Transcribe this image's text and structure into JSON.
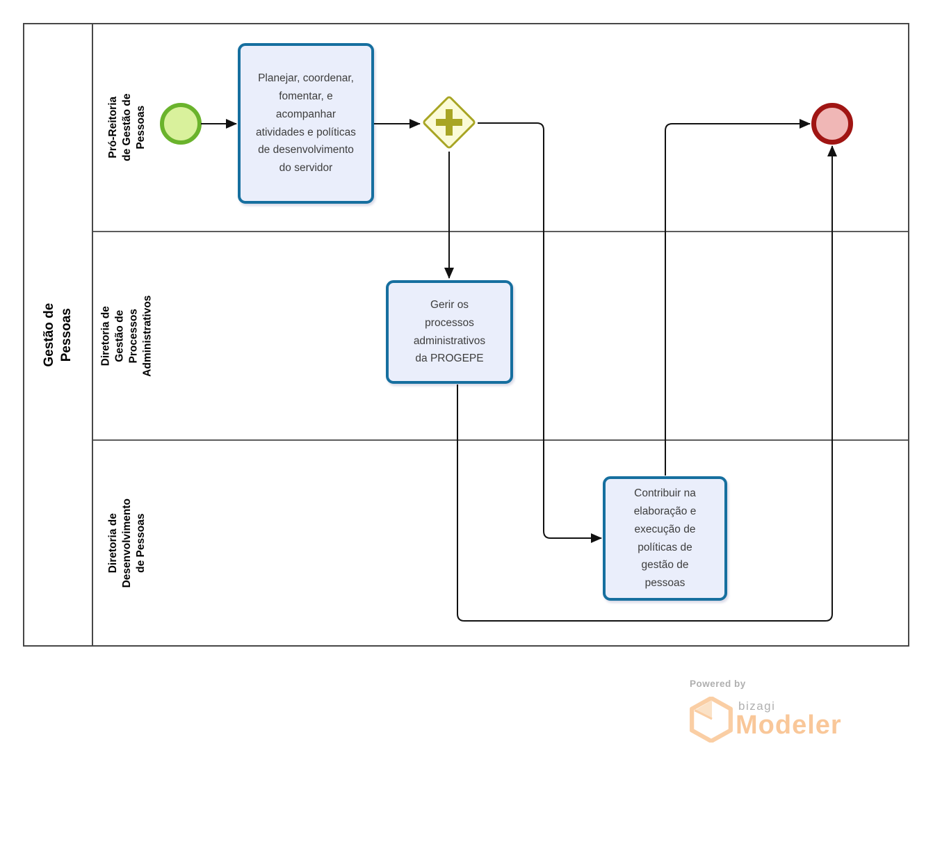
{
  "pool": {
    "label": "Gestão de Pessoas"
  },
  "lanes": [
    {
      "label": "Pró-Reitoria de Gestão de Pessoas"
    },
    {
      "label": "Diretoria de Gestão de Processos Administrativos"
    },
    {
      "label": "Diretoria de Desenvolvimento de Pessoas"
    }
  ],
  "tasks": [
    {
      "label": "Planejar, coordenar, fomentar, e acompanhar atividades e políticas de desenvolvimento do servidor"
    },
    {
      "label": "Gerir os processos administrativos da PROGEPE"
    },
    {
      "label": "Contribuir na elaboração e execução de políticas de gestão de pessoas"
    }
  ],
  "events": [
    {
      "type": "start",
      "icon": "start-event-circle"
    },
    {
      "type": "end",
      "icon": "end-event-circle"
    }
  ],
  "gateway": {
    "type": "parallel",
    "icon": "plus-icon"
  },
  "flows": [
    {
      "from": "start-event",
      "to": "task-planejar"
    },
    {
      "from": "task-planejar",
      "to": "parallel-gateway"
    },
    {
      "from": "parallel-gateway",
      "to": "task-gerir"
    },
    {
      "from": "parallel-gateway",
      "to": "task-contribuir"
    },
    {
      "from": "task-gerir",
      "to": "end-event"
    },
    {
      "from": "task-contribuir",
      "to": "end-event"
    }
  ],
  "watermark": {
    "powered_by": "Powered by",
    "brand": "bizagi",
    "product": "Modeler"
  },
  "colors": {
    "task_fill": "#eaeefb",
    "task_border": "#166f9f",
    "gateway_fill": "#fbfbd7",
    "gateway_border": "#a8a524",
    "start_fill": "#d9f19c",
    "start_border": "#6ab32c",
    "end_fill": "#f0b7b6",
    "end_border": "#a01513",
    "connector": "#111111",
    "lane_divider": "#5c5c5c",
    "pool_border": "#474747",
    "watermark_orange": "#f9c28e",
    "watermark_gray": "#a2a2a2"
  }
}
